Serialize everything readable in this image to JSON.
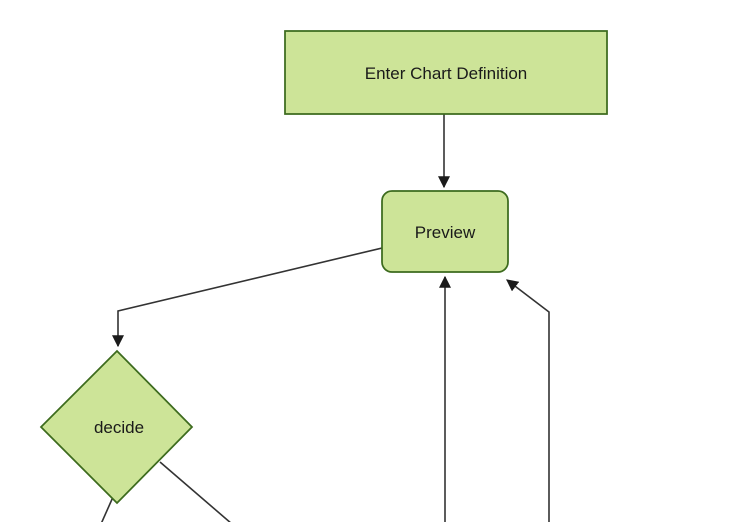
{
  "diagram": {
    "type": "flowchart",
    "direction": "top-down",
    "nodes": [
      {
        "id": "enter-chart-definition",
        "label": "Enter Chart Definition",
        "shape": "rectangle"
      },
      {
        "id": "preview",
        "label": "Preview",
        "shape": "rounded-rectangle"
      },
      {
        "id": "decide",
        "label": "decide",
        "shape": "diamond"
      }
    ],
    "edges": [
      {
        "from": "enter-chart-definition",
        "to": "preview",
        "arrowhead": true
      },
      {
        "from": "preview",
        "to": "decide",
        "arrowhead": true
      },
      {
        "from": "decide",
        "to": "offscreen-bottom-left",
        "arrowhead": false
      },
      {
        "from": "decide",
        "to": "offscreen-bottom-right",
        "arrowhead": false
      },
      {
        "from": "offscreen-bottom-center",
        "to": "preview",
        "arrowhead": true
      },
      {
        "from": "offscreen-bottom-right",
        "to": "preview",
        "arrowhead": true
      }
    ],
    "colors": {
      "background": "#ffffff",
      "node_fill": "#cde498",
      "node_border": "#3d6b1e",
      "edge_line": "#333333",
      "arrowhead": "#1b1b1b",
      "text": "#1a1a1a"
    }
  }
}
